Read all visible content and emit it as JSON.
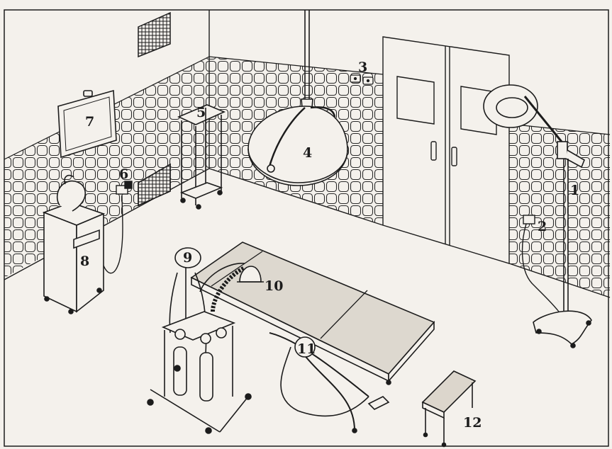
{
  "labels": {
    "l1": "1",
    "l2": "2",
    "l3": "3",
    "l4": "4",
    "l5": "5",
    "l6": "6",
    "l7": "7",
    "l8": "8",
    "l9": "9",
    "l10": "10",
    "l11": "11",
    "l12": "12"
  },
  "colors": {
    "paper": "#f4f1ec",
    "ink": "#1c1c1c",
    "tile_line": "#2a2a2a",
    "table_top": "#ddd8cf",
    "step_top": "#dcd6cc"
  }
}
